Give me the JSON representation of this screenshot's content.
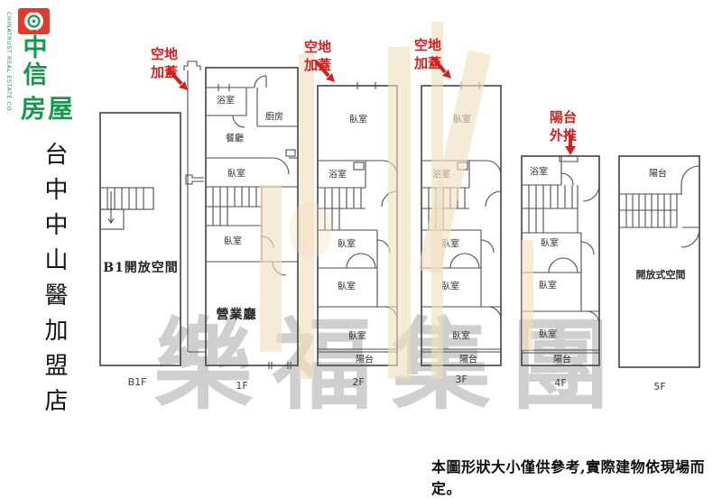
{
  "logo": {
    "english": "CHINATRUST REAL ESTATE CO.",
    "char_top": "中",
    "char_mid": "信",
    "chars_bottom": "房屋",
    "red": "#e13a2c",
    "green": "#17984e"
  },
  "store_title": {
    "text": "台中中山醫加盟店"
  },
  "annotations": {
    "vacant_add": {
      "line1": "空地",
      "line2": "加蓋"
    },
    "balcony_push": {
      "line1": "陽台",
      "line2": "外推"
    }
  },
  "floors": [
    {
      "label": "B1F",
      "rooms": [
        "B1開放空間"
      ]
    },
    {
      "label": "1F",
      "rooms": [
        "浴室",
        "廚房",
        "餐廳",
        "臥室",
        "臥室",
        "營業廳"
      ]
    },
    {
      "label": "2F",
      "rooms": [
        "臥室",
        "浴室",
        "臥室",
        "臥室",
        "臥室",
        "陽台"
      ]
    },
    {
      "label": "3F",
      "rooms": [
        "臥室",
        "浴室",
        "臥室",
        "臥室",
        "臥室",
        "陽台"
      ]
    },
    {
      "label": "4F",
      "rooms": [
        "浴室",
        "臥室",
        "臥室",
        "臥室",
        "陽台"
      ]
    },
    {
      "label": "5F",
      "rooms": [
        "陽台",
        "開放式空間"
      ]
    }
  ],
  "watermark": {
    "text": "樂福集團",
    "color": "#b2b2b2"
  },
  "disclaimer": "本圖形狀大小僅供參考,實際建物依現場而定。"
}
